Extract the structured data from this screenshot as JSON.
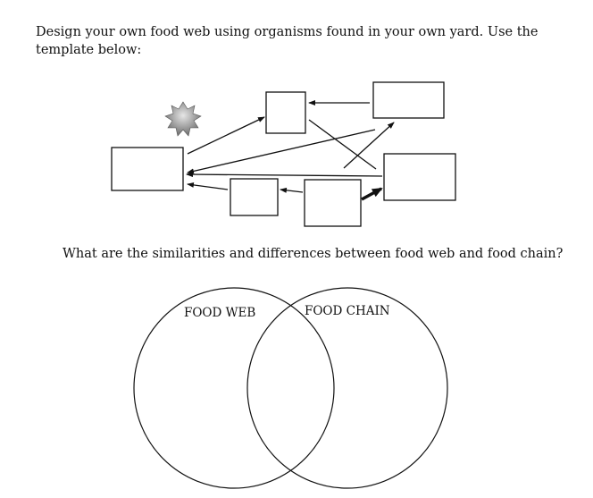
{
  "instructions": {
    "line1": "Design your own food web using organisms found in your own yard. Use the",
    "line2": "template below:"
  },
  "food_web": {
    "icon": "sun-icon",
    "boxes": [
      "",
      "",
      "",
      "",
      "",
      ""
    ]
  },
  "question": "What are the similarities and differences between food web and food chain?",
  "venn": {
    "left_label": "FOOD WEB",
    "right_label": "FOOD CHAIN"
  },
  "colors": {
    "ink": "#111111",
    "sun_dark": "#6e6e6e",
    "sun_light": "#d9d9d9"
  }
}
